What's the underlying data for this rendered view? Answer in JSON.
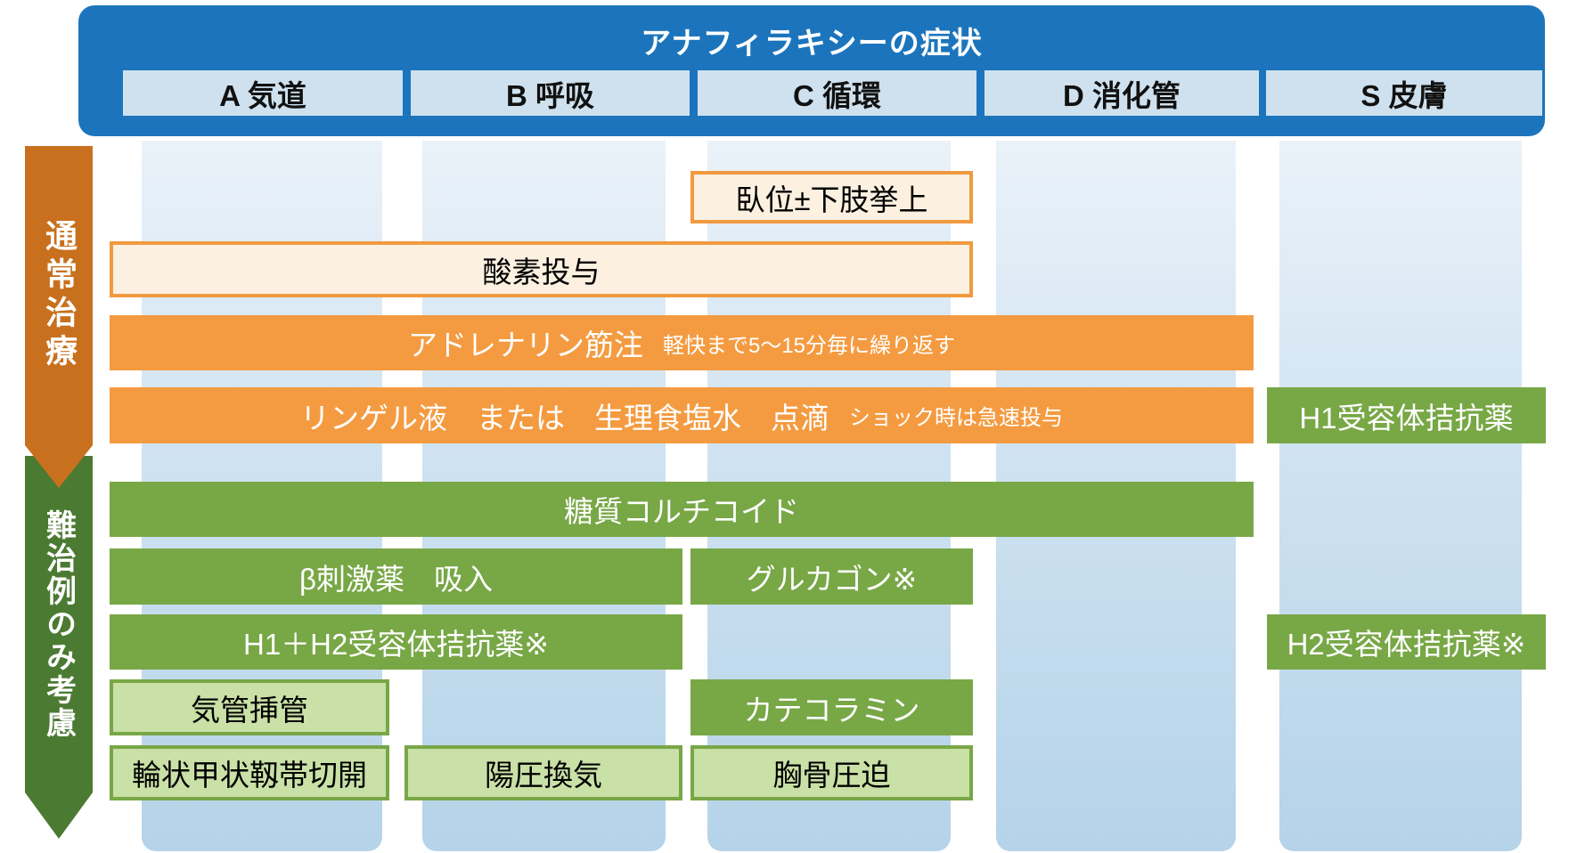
{
  "header": {
    "title": "アナフィラキシーの症状",
    "columns": [
      {
        "id": "A",
        "label": "A 気道"
      },
      {
        "id": "B",
        "label": "B 呼吸"
      },
      {
        "id": "C",
        "label": "C 循環"
      },
      {
        "id": "D",
        "label": "D 消化管"
      },
      {
        "id": "S",
        "label": "S 皮膚"
      }
    ]
  },
  "phases": {
    "normal": {
      "label": "通常治療"
    },
    "refractory": {
      "label": "難治例のみ考慮"
    }
  },
  "treatments": {
    "supine": {
      "label": "臥位±下肢挙上"
    },
    "oxygen": {
      "label": "酸素投与"
    },
    "adrenaline": {
      "label": "アドレナリン筋注",
      "note": "軽快まで5〜15分毎に繰り返す"
    },
    "fluids": {
      "label": "リンゲル液　または　生理食塩水　点滴",
      "note": "ショック時は急速投与"
    },
    "h1_blocker": {
      "label": "H1受容体拮抗薬"
    },
    "glucocorticoid": {
      "label": "糖質コルチコイド"
    },
    "beta_agonist": {
      "label": "β刺激薬　吸入"
    },
    "glucagon": {
      "label": "グルカゴン※"
    },
    "h1h2_blocker": {
      "label": "H1＋H2受容体拮抗薬※"
    },
    "h2_blocker": {
      "label": "H2受容体拮抗薬※"
    },
    "intubation": {
      "label": "気管挿管"
    },
    "catecholamine": {
      "label": "カテコラミン"
    },
    "cricothyrotomy": {
      "label": "輪状甲状靱帯切開"
    },
    "ppv": {
      "label": "陽圧換気"
    },
    "chest_compression": {
      "label": "胸骨圧迫"
    }
  },
  "colors": {
    "header_blue": "#1c75bc",
    "column_header_bg": "#cfe1ee",
    "column_band_top": "#eaf2f9",
    "column_band_bottom": "#b5d3e9",
    "orange_solid": "#f49b41",
    "orange_outline_border": "#f09a40",
    "orange_outline_bg": "#fcf0e0",
    "green_solid": "#78a746",
    "green_outline_bg": "#c9e0a6",
    "arrow_orange": "#c8701e",
    "arrow_green": "#4b7a32"
  }
}
